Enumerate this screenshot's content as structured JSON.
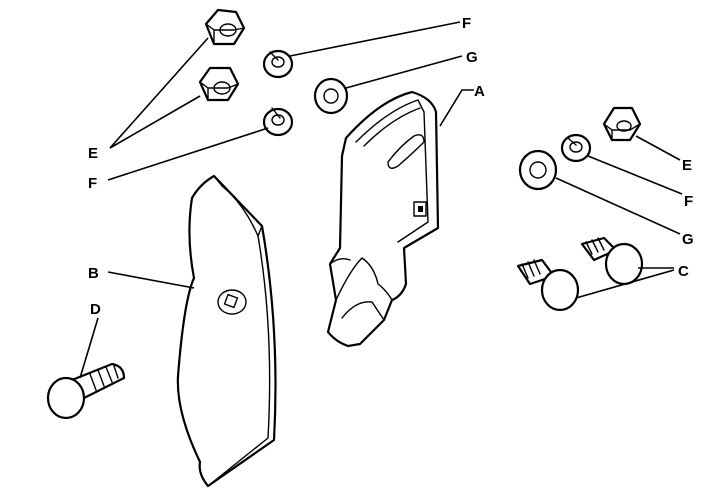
{
  "labels": {
    "A": "A",
    "B": "B",
    "C": "C",
    "D": "D",
    "E_left": "E",
    "E_right": "E",
    "F_top": "F",
    "F_left": "F",
    "F_right": "F",
    "G_top": "G",
    "G_right": "G"
  }
}
